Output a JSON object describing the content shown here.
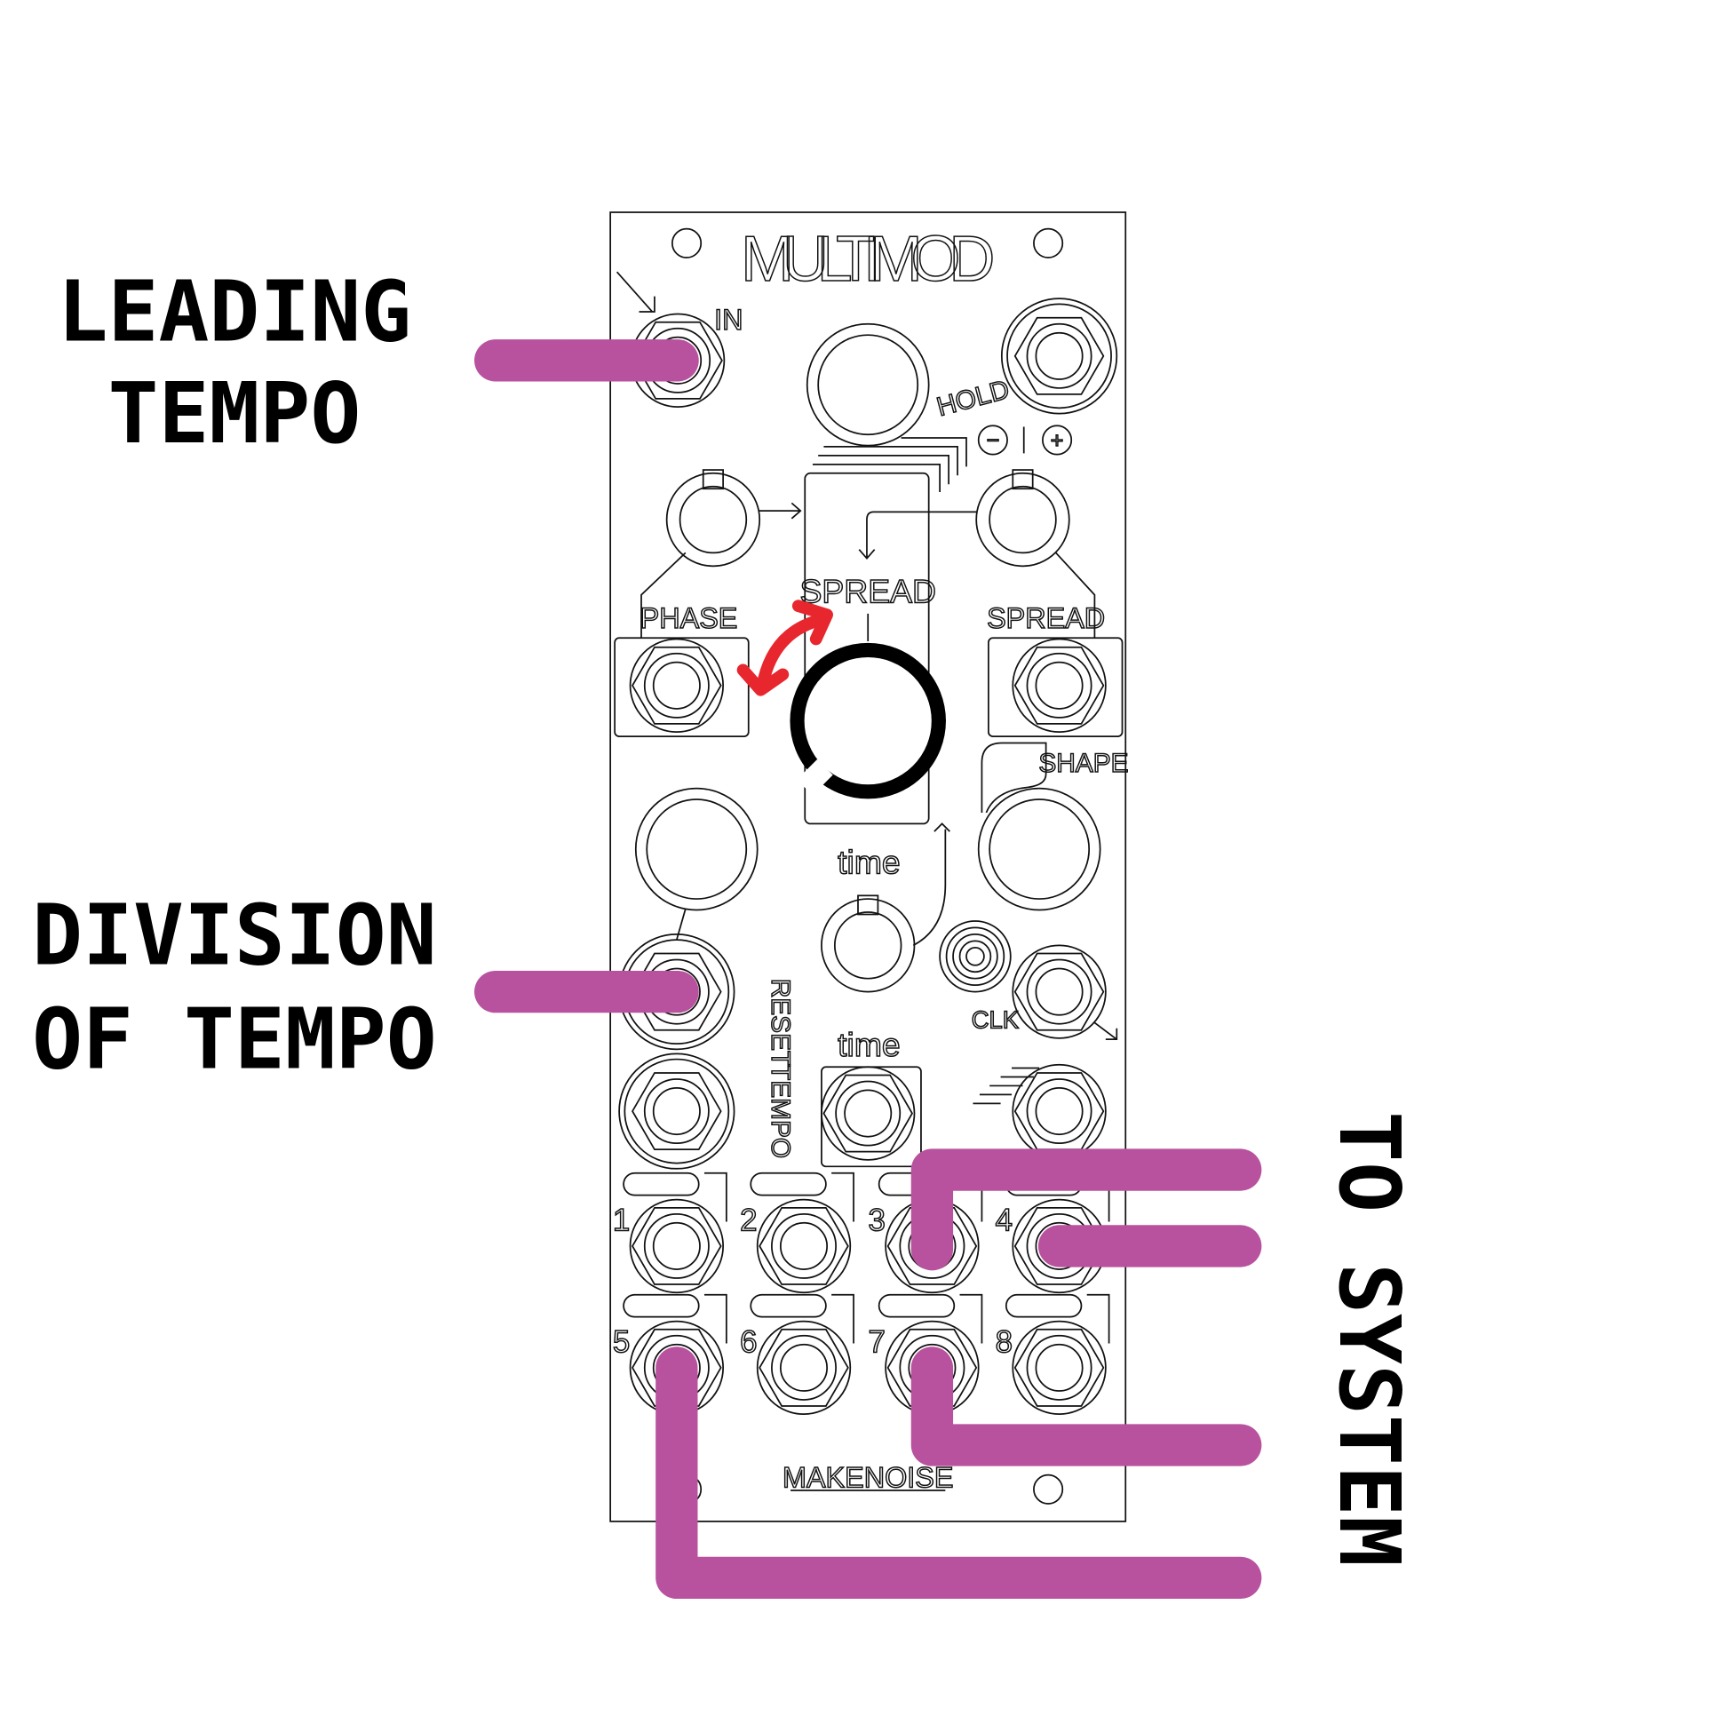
{
  "labels": {
    "leading_tempo": [
      "LEADING",
      "TEMPO"
    ],
    "division_of_tempo": [
      "DIVISION",
      "OF TEMPO"
    ],
    "to_system": "TO SYSTEM"
  },
  "panel": {
    "title": "MULTIMOD",
    "brand": "MAKENOISE",
    "in_label": "IN",
    "hold_label": "HOLD",
    "phase_label": "PHASE",
    "spread_label_center": "SPREAD",
    "spread_label_right": "SPREAD",
    "shape_label": "SHAPE",
    "time_label_knob": "time",
    "time_label_jack": "time",
    "clk_label": "CLK",
    "reset_label": "RESET",
    "tempo_label": "TEMPO",
    "minus_symbol": "−",
    "plus_symbol": "+",
    "output_numbers": [
      "1",
      "2",
      "3",
      "4",
      "5",
      "6",
      "7",
      "8"
    ]
  },
  "colors": {
    "patch_cable": "#b8529e",
    "adjust_arrow": "#e8262d",
    "knob": "#000000"
  }
}
